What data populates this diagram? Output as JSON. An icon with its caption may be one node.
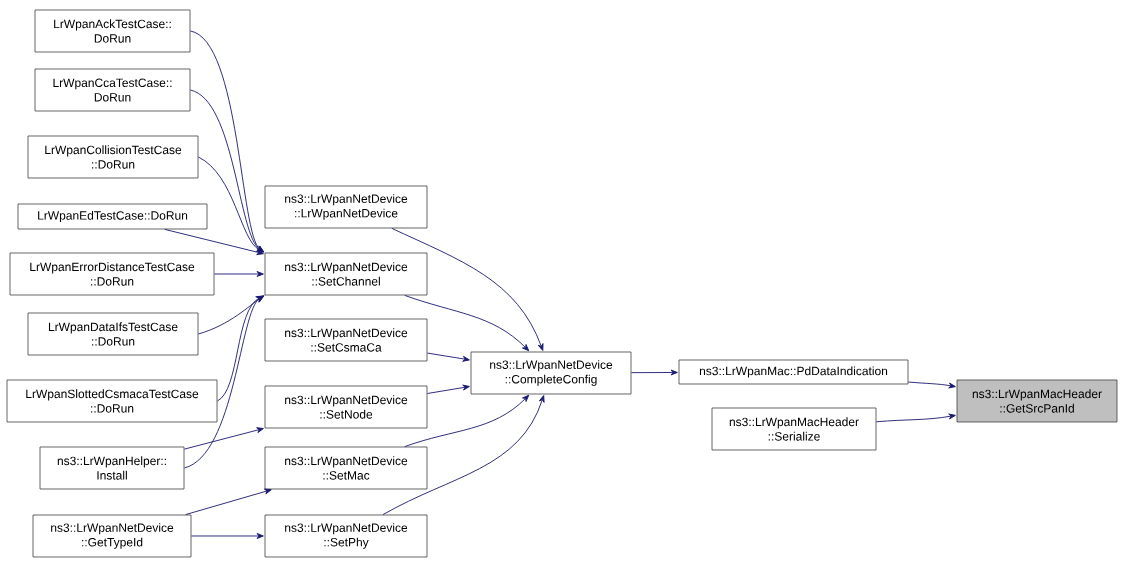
{
  "diagram": {
    "nodes": [
      {
        "text": [
          "LrWpanAckTestCase:: DoRun"
        ]
      },
      {
        "text": [
          "LrWpanCcaTestCase:: DoRun"
        ]
      },
      {
        "text": [
          "LrWpanCollisionTestCase ::DoRun"
        ]
      },
      {
        "text": [
          "LrWpanEdTestCase::DoRun"
        ]
      },
      {
        "text": [
          "LrWpanErrorDistanceTestCase ::DoRun"
        ]
      },
      {
        "text": [
          "LrWpanDataIfsTestCase ::DoRun"
        ]
      },
      {
        "text": [
          "LrWpanSlottedCsmacaTestCase ::DoRun"
        ]
      },
      {
        "text": [
          "ns3::LrWpanHelper:: Install"
        ]
      },
      {
        "text": [
          "ns3::LrWpanNetDevice ::GetTypeId"
        ]
      },
      {
        "text": [
          "ns3::LrWpanNetDevice ::LrWpanNetDevice"
        ]
      },
      {
        "text": [
          "ns3::LrWpanNetDevice ::SetChannel"
        ]
      },
      {
        "text": [
          "ns3::LrWpanNetDevice ::SetCsmaCa"
        ]
      },
      {
        "text": [
          "ns3::LrWpanNetDevice ::SetNode"
        ]
      },
      {
        "text": [
          "ns3::LrWpanNetDevice ::SetMac"
        ]
      },
      {
        "text": [
          "ns3::LrWpanNetDevice ::SetPhy"
        ]
      },
      {
        "text": [
          "ns3::LrWpanNetDevice ::CompleteConfig"
        ]
      },
      {
        "text": [
          "ns3::LrWpanMac::PdDataIndication"
        ]
      },
      {
        "text": [
          "ns3::LrWpanMacHeader ::Serialize"
        ]
      },
      {
        "text": [
          "ns3::LrWpanMacHeader ::GetSrcPanId"
        ]
      }
    ],
    "edges": [
      {
        "from": 0,
        "to": 10,
        "arrow": "to"
      },
      {
        "from": 1,
        "to": 10,
        "arrow": "to"
      },
      {
        "from": 2,
        "to": 10,
        "arrow": "to"
      },
      {
        "from": 3,
        "to": 10,
        "arrow": "to"
      },
      {
        "from": 4,
        "to": 10,
        "arrow": "to"
      },
      {
        "from": 5,
        "to": 10,
        "arrow": "to"
      },
      {
        "from": 6,
        "to": 10,
        "arrow": "to"
      },
      {
        "from": 7,
        "to": 10,
        "arrow": "to"
      },
      {
        "from": 7,
        "to": 12,
        "arrow": "to"
      },
      {
        "from": 8,
        "to": 13,
        "arrow": "to"
      },
      {
        "from": 8,
        "to": 14,
        "arrow": "to"
      },
      {
        "from": 9,
        "to": 15,
        "arrow": "to"
      },
      {
        "from": 10,
        "to": 15,
        "arrow": "to"
      },
      {
        "from": 11,
        "to": 15,
        "arrow": "to"
      },
      {
        "from": 12,
        "to": 15,
        "arrow": "to"
      },
      {
        "from": 13,
        "to": 15,
        "arrow": "to"
      },
      {
        "from": 14,
        "to": 15,
        "arrow": "to"
      },
      {
        "from": 15,
        "to": 16,
        "arrow": "to"
      },
      {
        "from": 16,
        "to": 18,
        "arrow": "to"
      },
      {
        "from": 17,
        "to": 18,
        "arrow": "to"
      }
    ]
  }
}
